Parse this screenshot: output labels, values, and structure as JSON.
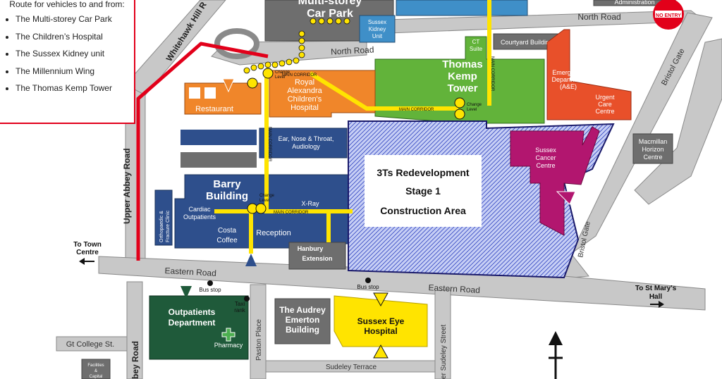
{
  "legend": {
    "title": "Route for vehicles to and from:",
    "items": [
      "The Multi-storey Car Park",
      "The Children’s Hospital",
      "The Sussex Kidney unit",
      "The Millennium Wing",
      "The Thomas Kemp Tower"
    ]
  },
  "roads": {
    "north_road_1": "North Road",
    "north_road_2": "North Road",
    "whitehawk": "Whitehawk Hill R",
    "upper_abbey": "Upper Abbey Road",
    "abbey": "bey Road",
    "eastern_road_1": "Eastern Road",
    "eastern_road_2": "Eastern Road",
    "bristol_gate_1": "Bristol Gate",
    "bristol_gate_2": "Bristol Gate",
    "gt_college": "Gt College St.",
    "paston_place": "Paston Place",
    "sudeley_terrace": "Sudeley Terrace",
    "upper_sudeley": "er Sudeley Street"
  },
  "buildings": {
    "car_park": [
      "Multi-storey",
      "Car Park"
    ],
    "administration": "Administration",
    "sussex_kidney": [
      "Sussex",
      "Kidney",
      "Unit"
    ],
    "ct_suite": [
      "CT",
      "Suite"
    ],
    "courtyard": "Courtyard Building",
    "thomas_kemp": [
      "Thomas",
      "Kemp",
      "Tower"
    ],
    "emergency": [
      "Emergency",
      "Department",
      "(A&E)"
    ],
    "urgent_care": [
      "Urgent",
      "Care",
      "Centre"
    ],
    "restaurant": "Restaurant",
    "royal_alex": [
      "Royal",
      "Alexandra",
      "Children's",
      "Hospital"
    ],
    "ent": [
      "Ear, Nose & Throat,",
      "Audiology"
    ],
    "barry": [
      "Barry",
      "Building"
    ],
    "cardiac": [
      "Cardiac",
      "Outpatients"
    ],
    "xray": "X-Ray",
    "costa": [
      "Costa",
      "Coffee"
    ],
    "reception": "Reception",
    "hanbury": [
      "Hanbury",
      "Extension"
    ],
    "orthopaedic": [
      "Orthopaedic &",
      "Fracture Clinic"
    ],
    "redevelopment": [
      "3Ts Redevelopment",
      "Stage 1",
      "Construction Area"
    ],
    "sussex_cancer": [
      "Sussex",
      "Cancer",
      "Centre"
    ],
    "macmillan": [
      "Macmillan",
      "Horizon",
      "Centre"
    ],
    "outpatients": [
      "Outpatients",
      "Department"
    ],
    "pharmacy": "Pharmacy",
    "audrey": [
      "The Audrey",
      "Emerton",
      "Building"
    ],
    "sussex_eye": [
      "Sussex Eye",
      "Hospital"
    ],
    "facilities": [
      "Facilities",
      "&",
      "Capital"
    ]
  },
  "labels": {
    "no_entry": "NO ENTRY",
    "main_corridor": "MAIN CORRIDOR",
    "change_level": [
      "Change",
      "Level"
    ],
    "bus_stop": "Bus stop",
    "taxi_rank": [
      "Taxi",
      "rank"
    ],
    "to_town_centre": [
      "To Town",
      "Centre"
    ],
    "to_st_marys": [
      "To St Mary's",
      "Hall"
    ]
  },
  "colors": {
    "road": "#c8c8c8",
    "road_edge": "#8a8a8a",
    "building_gray": "#6e6e6e",
    "navy": "#2e4f8c",
    "green": "#62b33a",
    "dark_green": "#1f5a3a",
    "orange": "#f0862a",
    "red_orange": "#e8502a",
    "magenta": "#b2166f",
    "yellow": "#ffe400",
    "vehicle_route": "#e2001a",
    "construction": "#b9c4f2"
  }
}
